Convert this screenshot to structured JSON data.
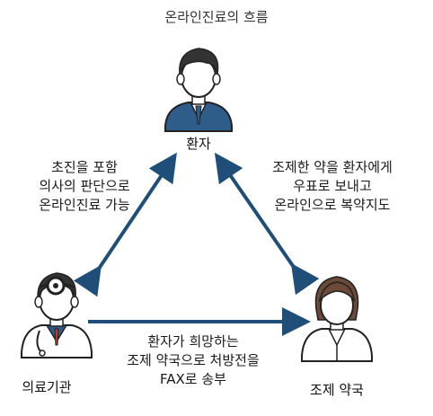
{
  "title": "온라인진료의 흐름",
  "nodes": {
    "patient": {
      "label": "환자"
    },
    "clinic": {
      "label": "의료기관"
    },
    "pharmacy": {
      "label": "조제 약국"
    }
  },
  "edges": {
    "clinic_patient": [
      "초진을 포함",
      "의사의 판단으로",
      "온라인진료 가능"
    ],
    "pharmacy_patient": [
      "조제한 약을 환자에게",
      "우표로 보내고",
      "온라인으로 복약지도"
    ],
    "clinic_pharmacy": [
      "환자가 희망하는",
      "조제 약국으로 처방전을",
      "FAX로 송부"
    ]
  },
  "colors": {
    "arrow": "#1f4e79",
    "suit": "#2e5d8a",
    "line": "#222222",
    "skin": "#ffffff"
  }
}
